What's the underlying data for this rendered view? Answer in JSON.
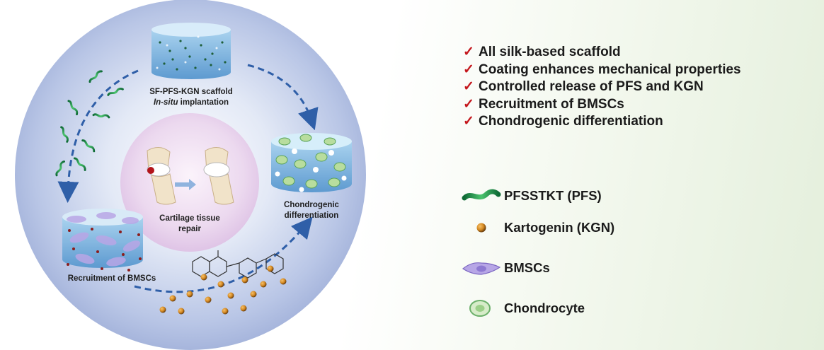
{
  "diagram": {
    "scaffold_label_line1": "SF-PFS-KGN scaffold",
    "scaffold_label_italic": "In-situ",
    "scaffold_label_line2_rest": " implantation",
    "center_label": "Cartilage tissue repair",
    "chondro_label_line1": "Chondrogenic",
    "chondro_label_line2": "differentiation",
    "recruit_label": "Recruitment of BMSCs"
  },
  "checklist": {
    "mark": "✓",
    "items": [
      "All silk-based scaffold",
      "Coating enhances mechanical properties",
      "Controlled release of PFS and KGN",
      "Recruitment of BMSCs",
      "Chondrogenic differentiation"
    ]
  },
  "legend": {
    "items": [
      {
        "icon": "pfs-peptide-icon",
        "label": "PFSSTKT (PFS)",
        "color": "#2e9a4a"
      },
      {
        "icon": "kgn-particle-icon",
        "label": "Kartogenin (KGN)",
        "color": "#c9781c"
      },
      {
        "icon": "bmsc-cell-icon",
        "label": "BMSCs",
        "color": "#a48fd6"
      },
      {
        "icon": "chondrocyte-icon",
        "label": "Chondrocyte",
        "color": "#7fc27a"
      }
    ]
  },
  "colors": {
    "circle_fill": "#b9c6e6",
    "arrow": "#2f5fa8",
    "check": "#c4161c",
    "center_disc": "#ead6ee"
  }
}
